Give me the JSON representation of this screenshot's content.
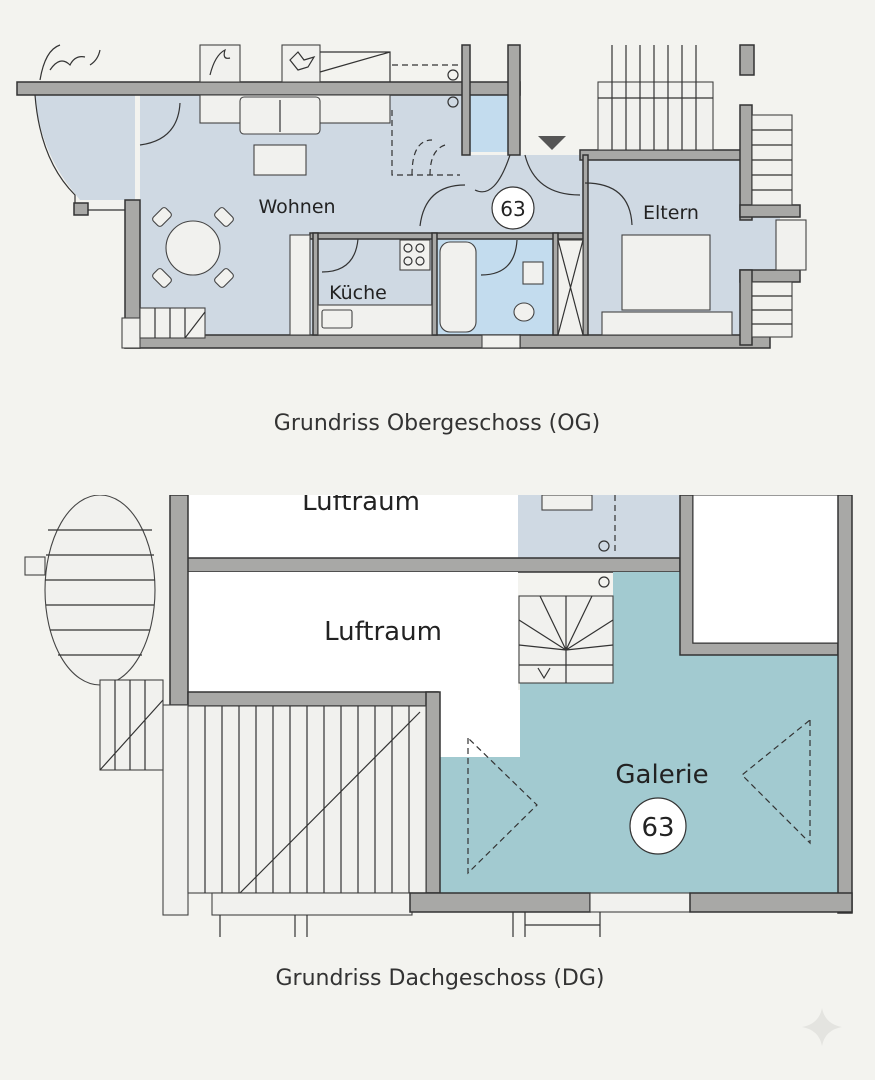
{
  "floor_og": {
    "caption": "Grundriss Obergeschoss (OG)",
    "rooms": {
      "wohnen": "Wohnen",
      "kueche": "Küche",
      "eltern": "Eltern"
    },
    "unit_number": "63"
  },
  "floor_dg": {
    "caption": "Grundriss Dachgeschoss (DG)",
    "rooms": {
      "luftraum_top": "Luftraum",
      "luftraum": "Luftraum",
      "galerie": "Galerie"
    },
    "unit_number": "63"
  },
  "colors": {
    "background": "#f3f3ef",
    "og_room": "#cfd9e3",
    "og_bath": "#c3dcee",
    "dg_galerie": "#a2cad0",
    "wall": "#a8a8a6"
  }
}
